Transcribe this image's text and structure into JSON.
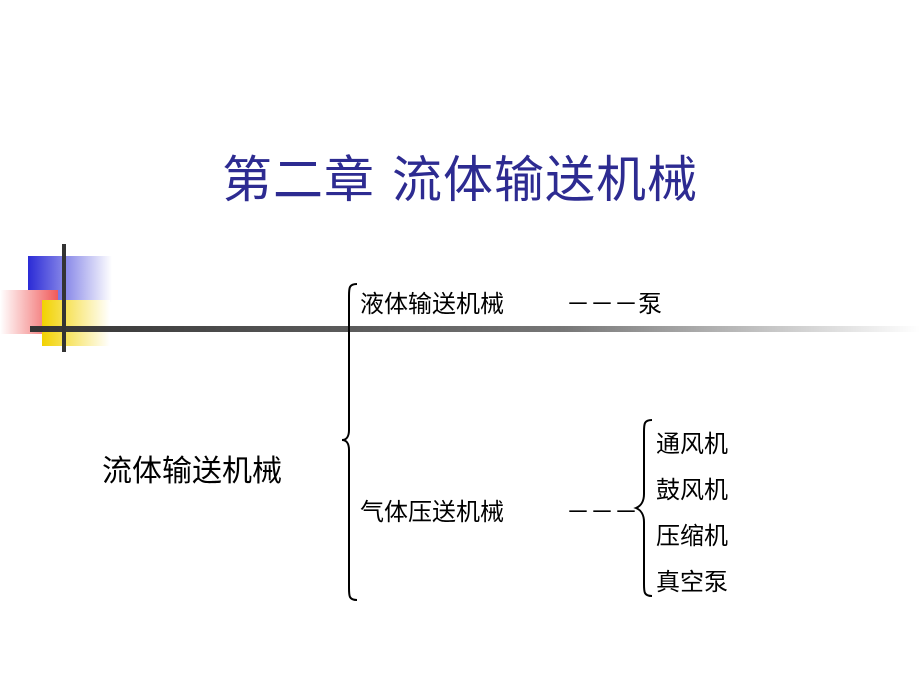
{
  "slide": {
    "title": "第二章 流体输送机械",
    "root": "流体输送机械",
    "branches": [
      {
        "label": "液体输送机械",
        "dash": "－－－",
        "target": "泵"
      },
      {
        "label": "气体压送机械",
        "dash": "－－－",
        "children": [
          "通风机",
          "鼓风机",
          "压缩机",
          "真空泵"
        ]
      }
    ]
  },
  "colors": {
    "title": "#2d2b91",
    "deco_blue": "#2b2bd6",
    "deco_red": "#f05a5a",
    "deco_yellow": "#f2d200",
    "deco_line": "#333333"
  }
}
